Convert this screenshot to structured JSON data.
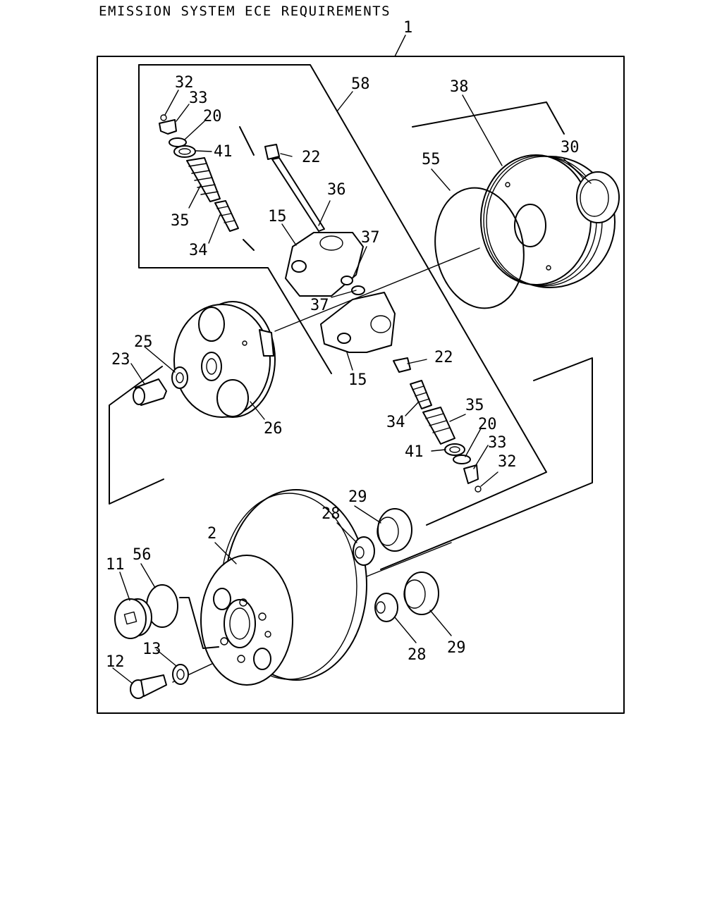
{
  "title": "EMISSION SYSTEM ECE REQUIREMENTS",
  "callouts": {
    "c1": "1",
    "c2": "2",
    "c11": "11",
    "c12": "12",
    "c13": "13",
    "c15a": "15",
    "c15b": "15",
    "c20a": "20",
    "c20b": "20",
    "c22a": "22",
    "c22b": "22",
    "c23": "23",
    "c25": "25",
    "c26": "26",
    "c28a": "28",
    "c28b": "28",
    "c29a": "29",
    "c29b": "29",
    "c30": "30",
    "c32a": "32",
    "c32b": "32",
    "c33a": "33",
    "c33b": "33",
    "c34a": "34",
    "c34b": "34",
    "c35a": "35",
    "c35b": "35",
    "c36": "36",
    "c37a": "37",
    "c37b": "37",
    "c38": "38",
    "c41a": "41",
    "c41b": "41",
    "c55": "55",
    "c56": "56",
    "c58": "58"
  }
}
